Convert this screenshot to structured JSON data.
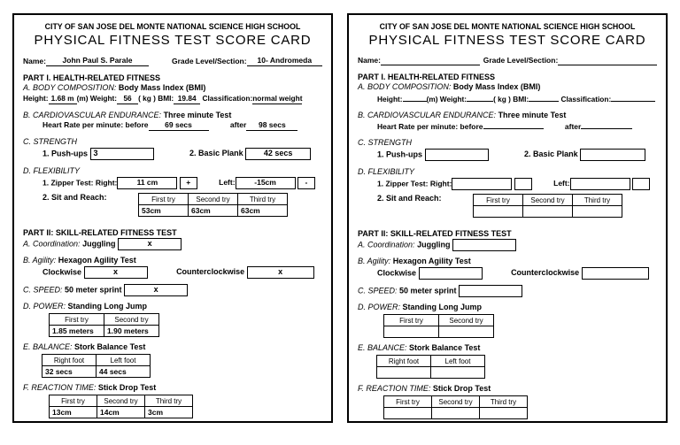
{
  "cards": [
    {
      "school": "CITY OF SAN JOSE DEL MONTE NATIONAL SCIENCE HIGH SCHOOL",
      "title": "PHYSICAL FITNESS TEST SCORE CARD",
      "name": {
        "label": "Name:",
        "value": "John Paul S. Parale"
      },
      "grade": {
        "label": "Grade Level/Section:",
        "value": "10- Andromeda"
      },
      "part1": {
        "title": "PART I. HEALTH-RELATED FITNESS"
      },
      "body_comp": {
        "label": "A. BODY COMPOSITION:",
        "text": "Body Mass Index (BMI)"
      },
      "height": {
        "label": "Height:",
        "value": "1.68 m",
        "unit": "(m)"
      },
      "weight": {
        "label": "Weight:",
        "value": "56",
        "unit": "( kg )"
      },
      "bmi": {
        "label": "BMI:",
        "value": "19.84"
      },
      "classification": {
        "label": "Classification:",
        "value": "normal weight"
      },
      "cardio": {
        "label": "B. CARDIOVASCULAR ENDURANCE:",
        "text": "Three minute Test"
      },
      "heart_rate": {
        "label": "Heart Rate per minute:",
        "before_label": "before",
        "before_value": "69 secs",
        "after_label": "after",
        "after_value": "98 secs"
      },
      "strength": {
        "label": "C. STRENGTH",
        "pushups_label": "1. Push-ups",
        "pushups_value": "3",
        "plank_label": "2. Basic Plank",
        "plank_value": "42 secs"
      },
      "flexibility": {
        "label": "D. FLEXIBILITY",
        "zipper_label": "1. Zipper Test:",
        "right_label": "Right:",
        "right_value": "11 cm",
        "right_sign": "+",
        "left_label": "Left:",
        "left_value": "-15cm",
        "left_sign": "-",
        "sitreach_label": "2. Sit and Reach:",
        "headers": [
          "First try",
          "Second try",
          "Third try"
        ],
        "values": [
          "53cm",
          "63cm",
          "63cm"
        ]
      },
      "part2": {
        "title": "PART II: SKILL-RELATED FITNESS TEST"
      },
      "coordination": {
        "label": "A. Coordination:",
        "text": "Juggling",
        "value": "x"
      },
      "agility": {
        "label": "B. Agility:",
        "text": "Hexagon Agility Test",
        "cw_label": "Clockwise",
        "cw_value": "x",
        "ccw_label": "Counterclockwise",
        "ccw_value": "x"
      },
      "speed": {
        "label": "C. SPEED:",
        "text": "50 meter sprint",
        "value": "x"
      },
      "power": {
        "label": "D. POWER:",
        "text": "Standing Long Jump",
        "headers": [
          "First try",
          "Second try"
        ],
        "values": [
          "1.85 meters",
          "1.90 meters"
        ]
      },
      "balance": {
        "label": "E. BALANCE:",
        "text": "Stork Balance Test",
        "headers": [
          "Right foot",
          "Left foot"
        ],
        "values": [
          "32 secs",
          "44 secs"
        ]
      },
      "reaction": {
        "label": "F. REACTION TIME:",
        "text": "Stick Drop Test",
        "headers": [
          "First try",
          "Second try",
          "Third try"
        ],
        "values": [
          "13cm",
          "14cm",
          "3cm"
        ]
      }
    },
    {
      "school": "CITY OF SAN JOSE DEL MONTE NATIONAL SCIENCE HIGH SCHOOL",
      "title": "PHYSICAL FITNESS TEST SCORE CARD",
      "name": {
        "label": "Name:",
        "value": ""
      },
      "grade": {
        "label": "Grade Level/Section:",
        "value": ""
      },
      "part1": {
        "title": "PART I. HEALTH-RELATED FITNESS"
      },
      "body_comp": {
        "label": "A. BODY COMPOSITION:",
        "text": "Body Mass Index (BMI)"
      },
      "height": {
        "label": "Height:",
        "value": "",
        "unit": "(m)"
      },
      "weight": {
        "label": "Weight:",
        "value": "",
        "unit": "( kg )"
      },
      "bmi": {
        "label": "BMI:",
        "value": ""
      },
      "classification": {
        "label": "Classification:",
        "value": ""
      },
      "cardio": {
        "label": "B. CARDIOVASCULAR ENDURANCE:",
        "text": "Three minute Test"
      },
      "heart_rate": {
        "label": "Heart Rate per minute:",
        "before_label": "before",
        "before_value": "",
        "after_label": "after",
        "after_value": ""
      },
      "strength": {
        "label": "C. STRENGTH",
        "pushups_label": "1. Push-ups",
        "pushups_value": "",
        "plank_label": "2. Basic Plank",
        "plank_value": ""
      },
      "flexibility": {
        "label": "D. FLEXIBILITY",
        "zipper_label": "1. Zipper Test:",
        "right_label": "Right:",
        "right_value": "",
        "right_sign": "",
        "left_label": "Left:",
        "left_value": "",
        "left_sign": "",
        "sitreach_label": "2. Sit and Reach:",
        "headers": [
          "First try",
          "Second try",
          "Third try"
        ],
        "values": [
          "",
          "",
          ""
        ]
      },
      "part2": {
        "title": "PART II: SKILL-RELATED FITNESS TEST"
      },
      "coordination": {
        "label": "A. Coordination:",
        "text": "Juggling",
        "value": ""
      },
      "agility": {
        "label": "B. Agility:",
        "text": "Hexagon Agility Test",
        "cw_label": "Clockwise",
        "cw_value": "",
        "ccw_label": "Counterclockwise",
        "ccw_value": ""
      },
      "speed": {
        "label": "C. SPEED:",
        "text": "50 meter sprint",
        "value": ""
      },
      "power": {
        "label": "D. POWER:",
        "text": "Standing Long Jump",
        "headers": [
          "First try",
          "Second try"
        ],
        "values": [
          "",
          ""
        ]
      },
      "balance": {
        "label": "E. BALANCE:",
        "text": "Stork Balance Test",
        "headers": [
          "Right foot",
          "Left foot"
        ],
        "values": [
          "",
          ""
        ]
      },
      "reaction": {
        "label": "F. REACTION TIME:",
        "text": "Stick Drop Test",
        "headers": [
          "First try",
          "Second try",
          "Third try"
        ],
        "values": [
          "",
          "",
          ""
        ]
      }
    }
  ]
}
